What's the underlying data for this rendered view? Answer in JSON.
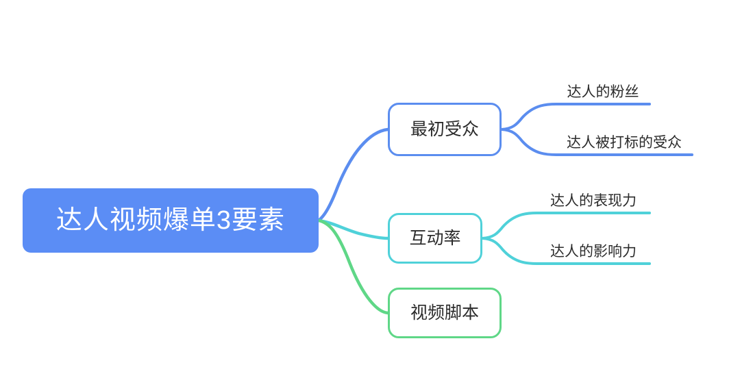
{
  "mindmap": {
    "root": {
      "label": "达人视频爆单3要素",
      "fill": "#5B8DF5",
      "text_color": "#FFFFFF"
    },
    "branches": [
      {
        "label": "最初受众",
        "color": "#5B8DEF",
        "children": [
          {
            "label": "达人的粉丝",
            "color": "#5B8DEF"
          },
          {
            "label": "达人被打标的受众",
            "color": "#5B8DEF"
          }
        ]
      },
      {
        "label": "互动率",
        "color": "#4FD1D9",
        "children": [
          {
            "label": "达人的表现力",
            "color": "#4FD1D9"
          },
          {
            "label": "达人的影响力",
            "color": "#4FD1D9"
          }
        ]
      },
      {
        "label": "视频脚本",
        "color": "#5FD787",
        "children": []
      }
    ]
  },
  "canvas": {
    "background": "#FFFFFF"
  }
}
